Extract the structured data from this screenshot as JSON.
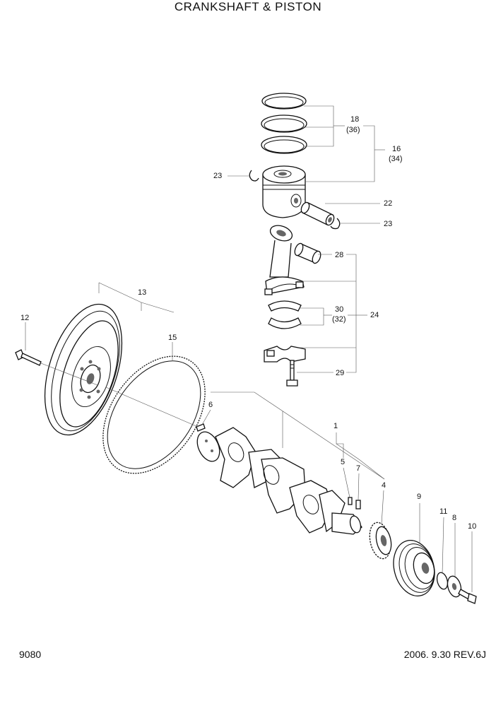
{
  "header": {
    "title": "CRANKSHAFT & PISTON"
  },
  "footer": {
    "page_number": "9080",
    "revision": "2006. 9.30  REV.6J"
  },
  "callouts": {
    "c1": "1",
    "c4": "4",
    "c5": "5",
    "c6": "6",
    "c7": "7",
    "c8": "8",
    "c9": "9",
    "c10": "10",
    "c11": "11",
    "c12": "12",
    "c13": "13",
    "c15": "15",
    "c16": "16",
    "c16b": "(34)",
    "c18": "18",
    "c18b": "(36)",
    "c22": "22",
    "c23a": "23",
    "c23b": "23",
    "c24": "24",
    "c28": "28",
    "c29": "29",
    "c30": "30",
    "c30b": "(32)"
  }
}
